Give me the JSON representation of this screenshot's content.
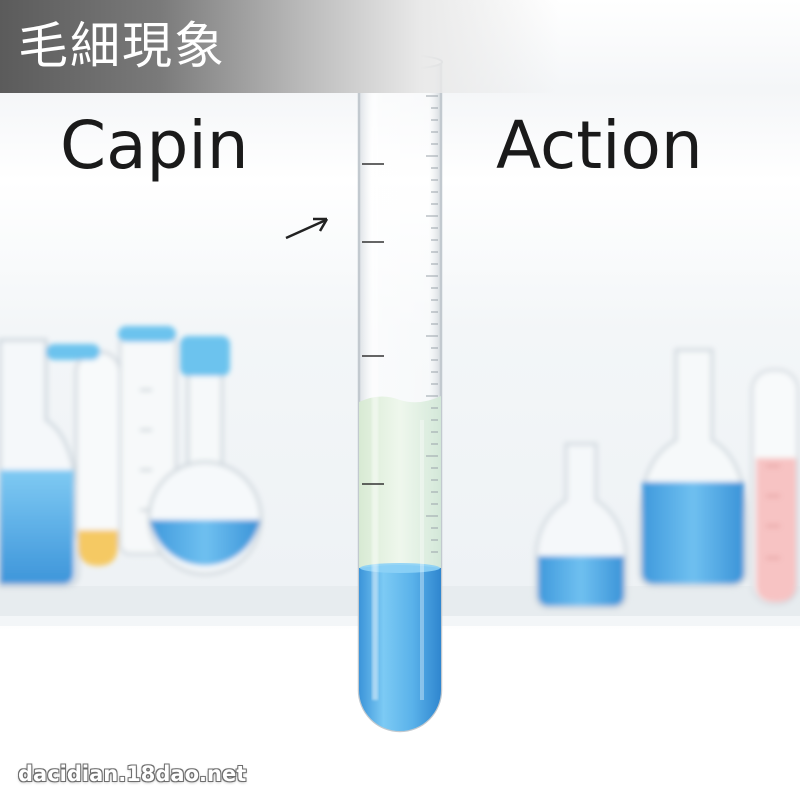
{
  "banner": {
    "title": "毛細現象"
  },
  "headline": {
    "left": "Capin",
    "right": "Action"
  },
  "watermark": {
    "text": "dacidian.18dao.net"
  },
  "illustration": {
    "subject": "test-tube",
    "liquid_color": "#4aa8e6",
    "accent_colors": {
      "blue_cap": "#6cc3ee",
      "yellow_liquid": "#f5c964",
      "pink_liquid": "#f4b4b4"
    }
  }
}
